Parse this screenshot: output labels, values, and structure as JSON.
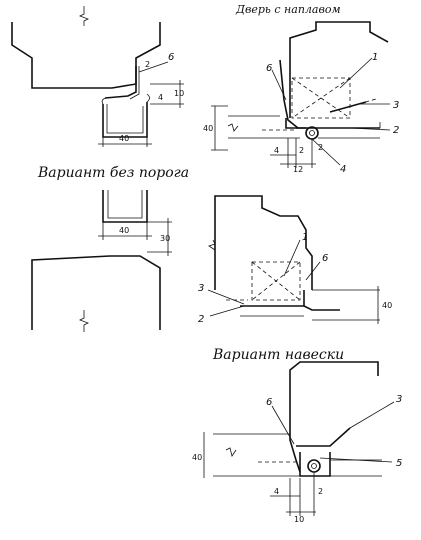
{
  "headings": {
    "overlay_door": "Дверь с наплавом",
    "no_threshold": "Вариант без порога",
    "hinge_variant": "Вариант навески"
  },
  "callouts": {
    "one": "1",
    "two": "2",
    "three": "3",
    "four": "4",
    "five": "5",
    "six": "6"
  },
  "dims": {
    "d2": "2",
    "d4": "4",
    "d10": "10",
    "d12": "12",
    "d30": "30",
    "d40": "40"
  }
}
